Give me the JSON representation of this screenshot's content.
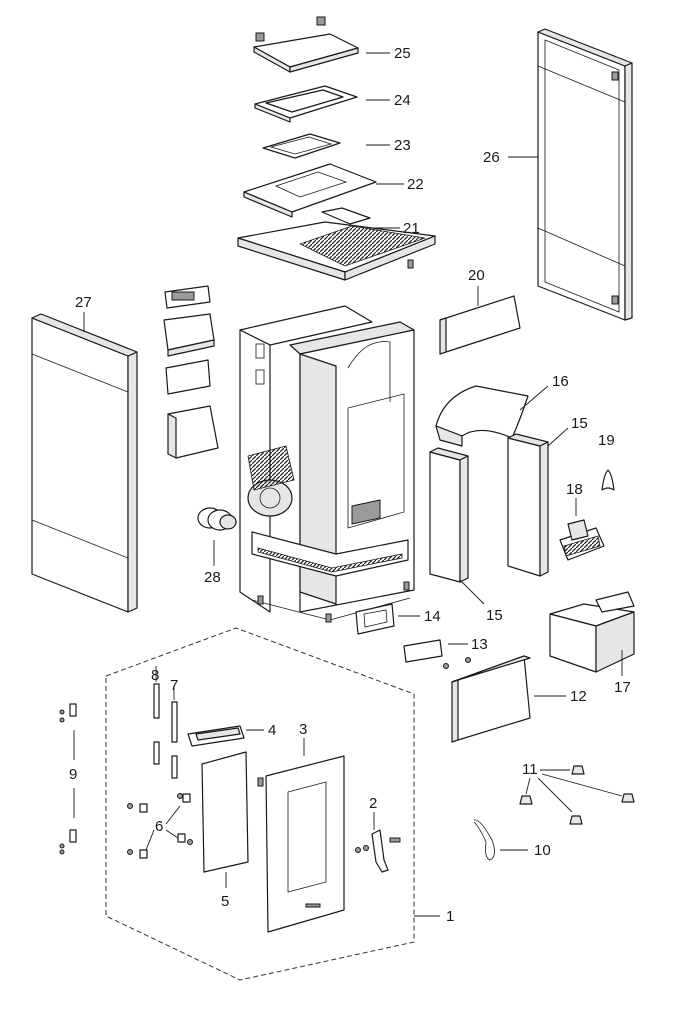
{
  "diagram": {
    "labels": {
      "p1": "1",
      "p2": "2",
      "p3": "3",
      "p4": "4",
      "p5": "5",
      "p6": "6",
      "p7": "7",
      "p8": "8",
      "p9": "9",
      "p10": "10",
      "p11": "11",
      "p12": "12",
      "p13": "13",
      "p14": "14",
      "p15a": "15",
      "p15b": "15",
      "p16": "16",
      "p17": "17",
      "p18": "18",
      "p19": "19",
      "p20": "20",
      "p21": "21",
      "p22": "22",
      "p23": "23",
      "p24": "24",
      "p25": "25",
      "p26": "26",
      "p27": "27",
      "p28": "28"
    }
  }
}
